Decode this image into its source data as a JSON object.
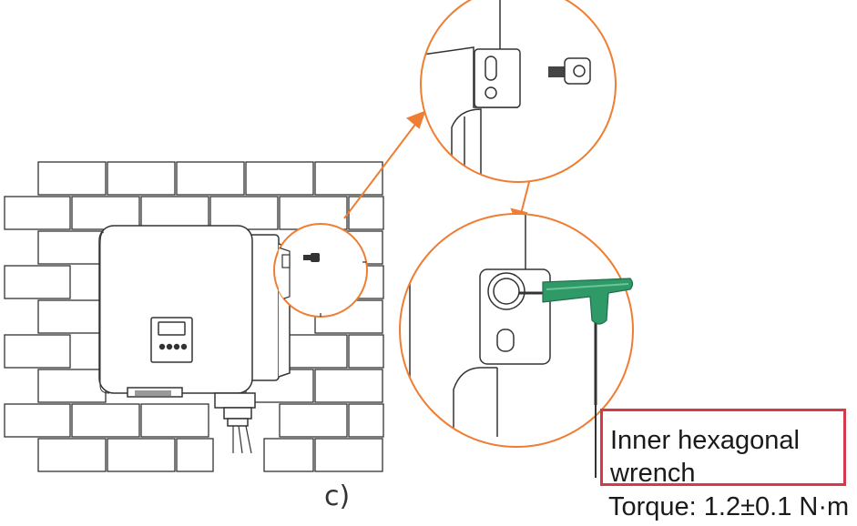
{
  "step_label": "c)",
  "tool_label_line1": "Inner hexagonal",
  "tool_label_line2": "wrench",
  "torque_label": "Torque: 1.2±0.1 N·m",
  "colors": {
    "callout_orange": "#ef7d32",
    "wrench_green": "#2f9a67",
    "label_border_red": "#d63a4a",
    "line_gray": "#3a3a3a"
  },
  "icons": [
    "brick-wall",
    "inverter-unit",
    "lcd-display",
    "control-buttons",
    "mounting-bracket",
    "hex-screw",
    "hex-wrench",
    "callout-arrow"
  ]
}
